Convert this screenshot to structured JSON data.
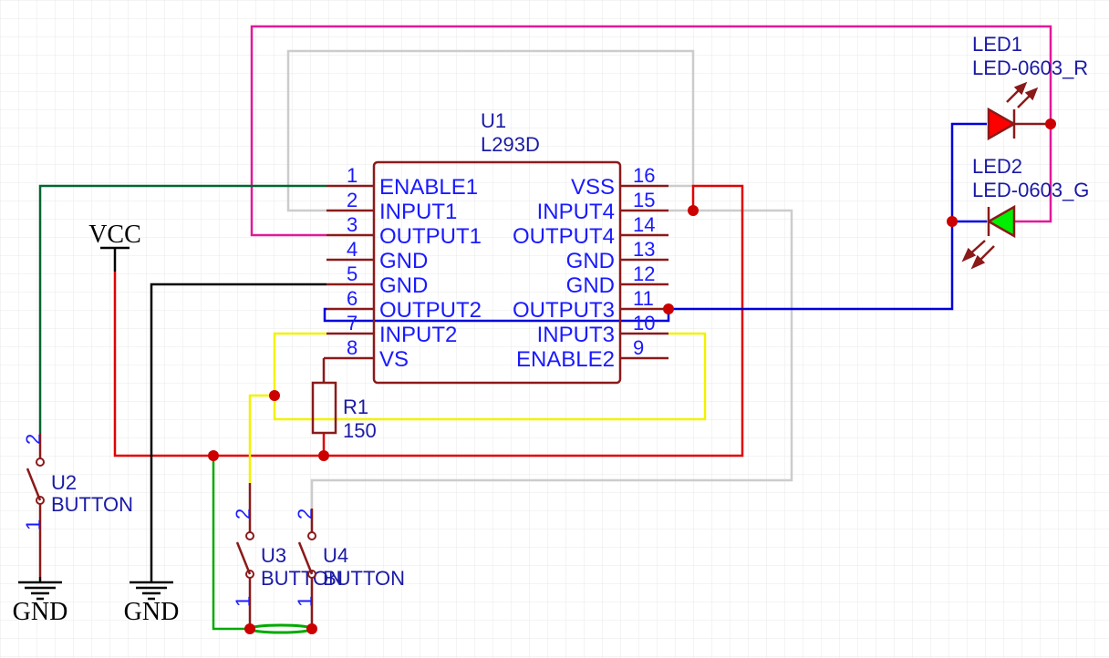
{
  "u1": {
    "ref": "U1",
    "value": "L293D",
    "left_pins": [
      {
        "num": "1",
        "name": "ENABLE1"
      },
      {
        "num": "2",
        "name": "INPUT1"
      },
      {
        "num": "3",
        "name": "OUTPUT1"
      },
      {
        "num": "4",
        "name": "GND"
      },
      {
        "num": "5",
        "name": "GND"
      },
      {
        "num": "6",
        "name": "OUTPUT2"
      },
      {
        "num": "7",
        "name": "INPUT2"
      },
      {
        "num": "8",
        "name": "VS"
      }
    ],
    "right_pins": [
      {
        "num": "16",
        "name": "VSS"
      },
      {
        "num": "15",
        "name": "INPUT4"
      },
      {
        "num": "14",
        "name": "OUTPUT4"
      },
      {
        "num": "13",
        "name": "GND"
      },
      {
        "num": "12",
        "name": "GND"
      },
      {
        "num": "11",
        "name": "OUTPUT3"
      },
      {
        "num": "10",
        "name": "INPUT3"
      },
      {
        "num": "9",
        "name": "ENABLE2"
      }
    ]
  },
  "r1": {
    "ref": "R1",
    "value": "150"
  },
  "led1": {
    "ref": "LED1",
    "value": "LED-0603_R",
    "color": "#ff0000"
  },
  "led2": {
    "ref": "LED2",
    "value": "LED-0603_G",
    "color": "#00cc00"
  },
  "u2": {
    "ref": "U2",
    "value": "BUTTON",
    "pin_top": "2",
    "pin_bottom": "1"
  },
  "u3": {
    "ref": "U3",
    "value": "BUTTON",
    "pin_top": "2",
    "pin_bottom": "1"
  },
  "u4": {
    "ref": "U4",
    "value": "BUTTON",
    "pin_top": "2",
    "pin_bottom": "1"
  },
  "power": {
    "vcc": "VCC",
    "gnd1": "GND",
    "gnd2": "GND"
  },
  "colors": {
    "grid": "#e8e8e8",
    "pin": "#8b1a1a",
    "junction": "#cc0000",
    "wire_magenta": "#e0199a",
    "wire_gray": "#cccccc",
    "wire_green": "#006633",
    "wire_red": "#e00000",
    "wire_black": "#000000",
    "wire_blue": "#0000dd",
    "wire_yellow": "#f2f200",
    "wire_brightgreen": "#00aa00"
  }
}
